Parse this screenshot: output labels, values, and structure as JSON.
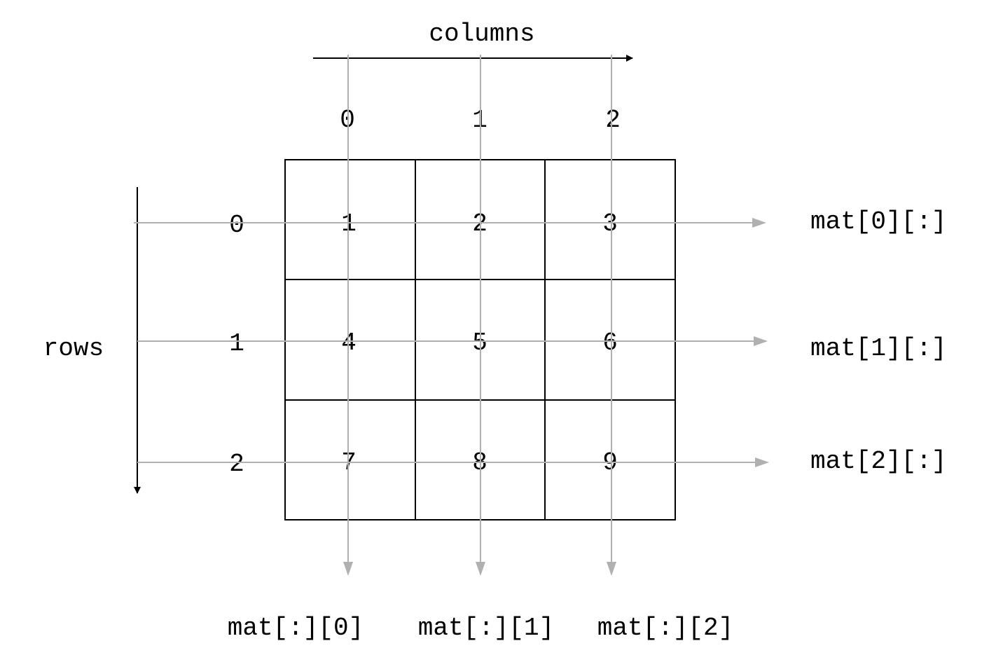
{
  "diagram": {
    "columns_label": "columns",
    "rows_label": "rows",
    "column_indices": [
      "0",
      "1",
      "2"
    ],
    "row_indices": [
      "0",
      "1",
      "2"
    ],
    "matrix": [
      [
        "1",
        "2",
        "3"
      ],
      [
        "4",
        "5",
        "6"
      ],
      [
        "7",
        "8",
        "9"
      ]
    ],
    "row_slices": [
      "mat[0][:]",
      "mat[1][:]",
      "mat[2][:]"
    ],
    "column_slices": [
      "mat[:][0]",
      "mat[:][1]",
      "mat[:][2]"
    ],
    "colors": {
      "grid": "#000000",
      "guide_lines": "#b0b0b0",
      "text": "#000000"
    }
  }
}
